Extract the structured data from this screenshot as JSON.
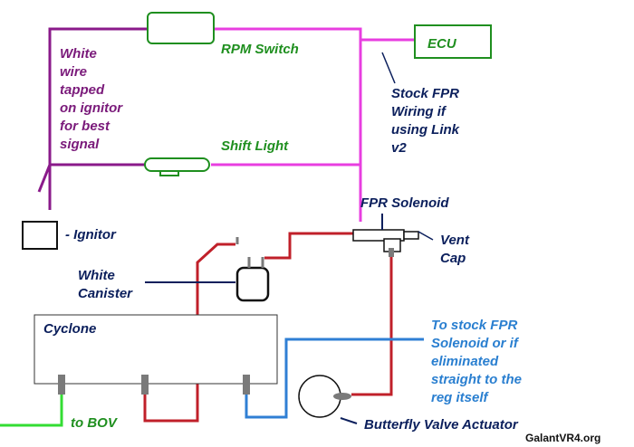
{
  "labels": {
    "rpm_switch": "RPM Switch",
    "shift_light": "Shift Light",
    "ecu": "ECU",
    "white_wire_note": [
      "White",
      "wire",
      "tapped",
      "on ignitor",
      "for best",
      "signal"
    ],
    "stock_fpr_note": [
      "Stock FPR",
      "Wiring if",
      "using Link",
      "v2"
    ],
    "fpr_solenoid": "FPR Solenoid",
    "vent_cap": [
      "Vent",
      "Cap"
    ],
    "ignitor": "- Ignitor",
    "white_canister": [
      "White",
      "Canister"
    ],
    "cyclone": "Cyclone",
    "to_bov": "to BOV",
    "to_stock_fpr_note": [
      "To stock FPR",
      "Solenoid or if",
      "eliminated",
      "straight to the",
      "reg itself"
    ],
    "butterfly_valve_actuator": "Butterfly Valve Actuator",
    "watermark": "GalantVR4.org"
  },
  "colors": {
    "wire_magenta": "#e83ee0",
    "wire_purple": "#8a1a8a",
    "hose_red": "#c0202a",
    "hose_blue": "#2f7fd4",
    "hose_green": "#33dd33",
    "outline_green": "#1f8f1f",
    "navy": "#0b1f5c",
    "nozzle_gray": "#7a7a7a"
  }
}
